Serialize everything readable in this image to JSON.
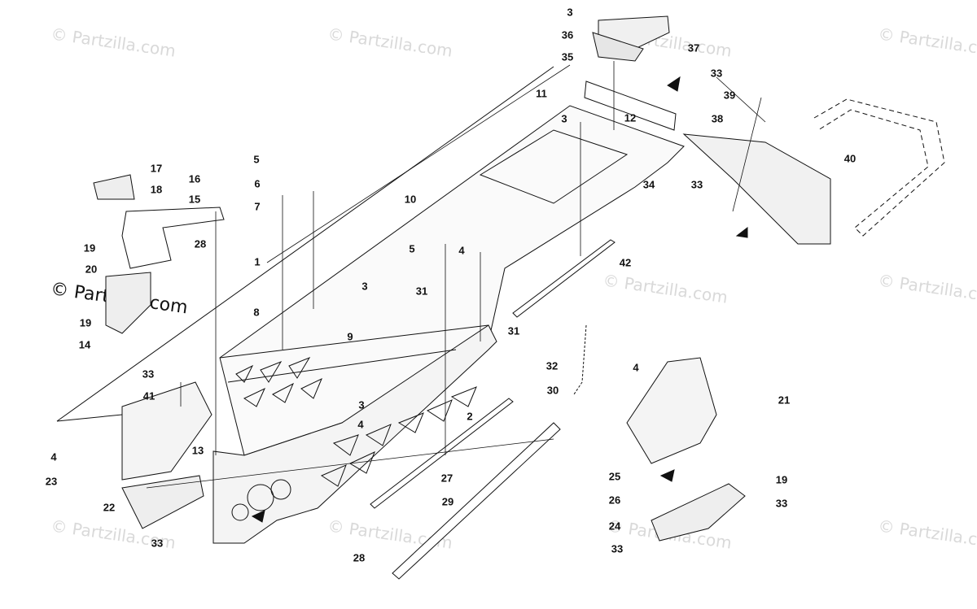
{
  "watermark": {
    "text": "© Partzilla.com",
    "prominent_text": "© Partzilla.com"
  },
  "callouts": [
    "1",
    "2",
    "3",
    "3",
    "3",
    "3",
    "3",
    "4",
    "4",
    "4",
    "4",
    "4",
    "5",
    "5",
    "6",
    "7",
    "8",
    "9",
    "10",
    "11",
    "12",
    "13",
    "14",
    "15",
    "16",
    "17",
    "18",
    "19",
    "19",
    "19",
    "20",
    "21",
    "22",
    "23",
    "24",
    "25",
    "26",
    "27",
    "28",
    "28",
    "29",
    "30",
    "31",
    "31",
    "32",
    "33",
    "33",
    "33",
    "33",
    "33",
    "33",
    "33",
    "34",
    "35",
    "36",
    "37",
    "38",
    "39",
    "40",
    "41",
    "42"
  ]
}
